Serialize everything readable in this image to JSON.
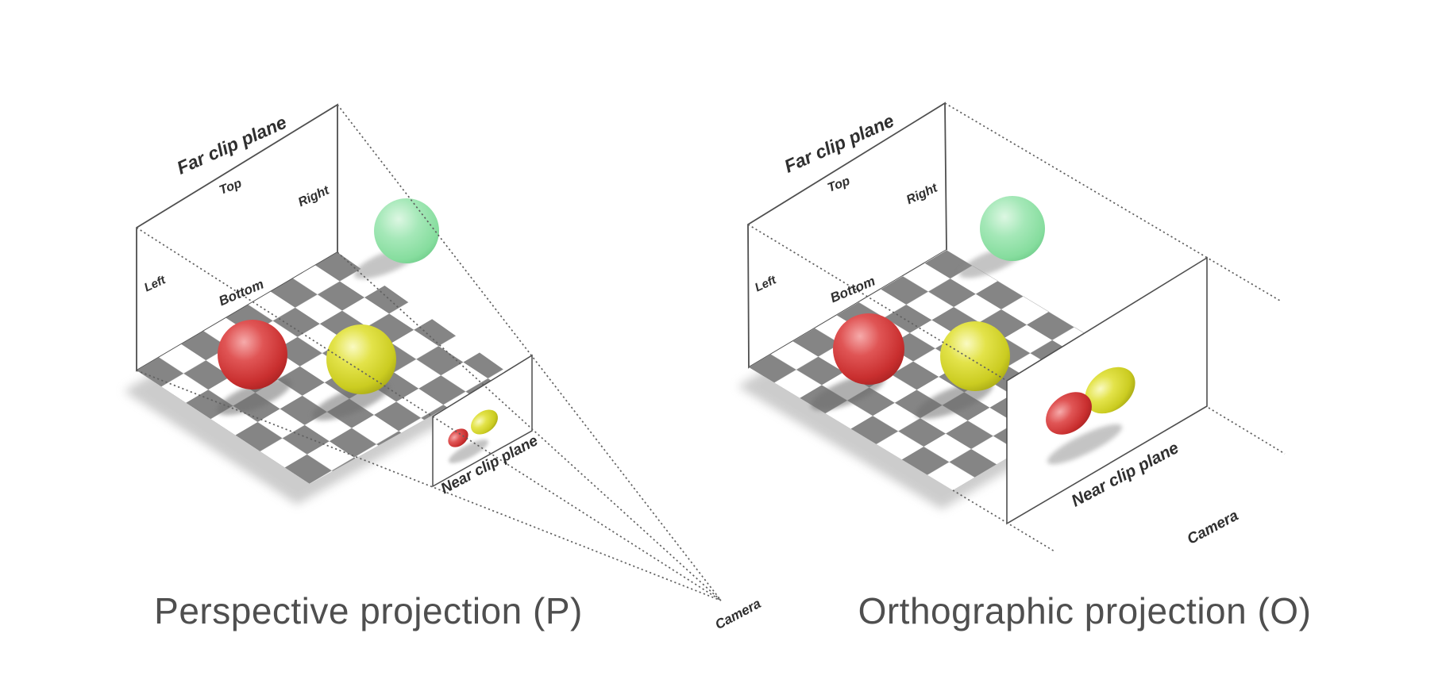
{
  "colors": {
    "background": "#ffffff",
    "outline": "#4f4f4f",
    "dash_line": "#606060",
    "checker_dark": "#858585",
    "checker_light": "#ffffff",
    "label_text": "#2f2f2f",
    "caption_text": "#4f4f4f",
    "sphere_red": "#cc2f2f",
    "sphere_yellow": "#cfd02b",
    "sphere_green": "#8ce3a4",
    "shadow": "#909090"
  },
  "left": {
    "caption": "Perspective projection (P)",
    "labels": {
      "far_plane": "Far clip plane",
      "top": "Top",
      "right": "Right",
      "left": "Left",
      "bottom": "Bottom",
      "near_plane": "Near clip plane",
      "camera": "Camera"
    }
  },
  "right": {
    "caption": "Orthographic projection (O)",
    "labels": {
      "far_plane": "Far clip plane",
      "top": "Top",
      "right": "Right",
      "left": "Left",
      "bottom": "Bottom",
      "near_plane": "Near clip plane",
      "camera": "Camera"
    }
  }
}
